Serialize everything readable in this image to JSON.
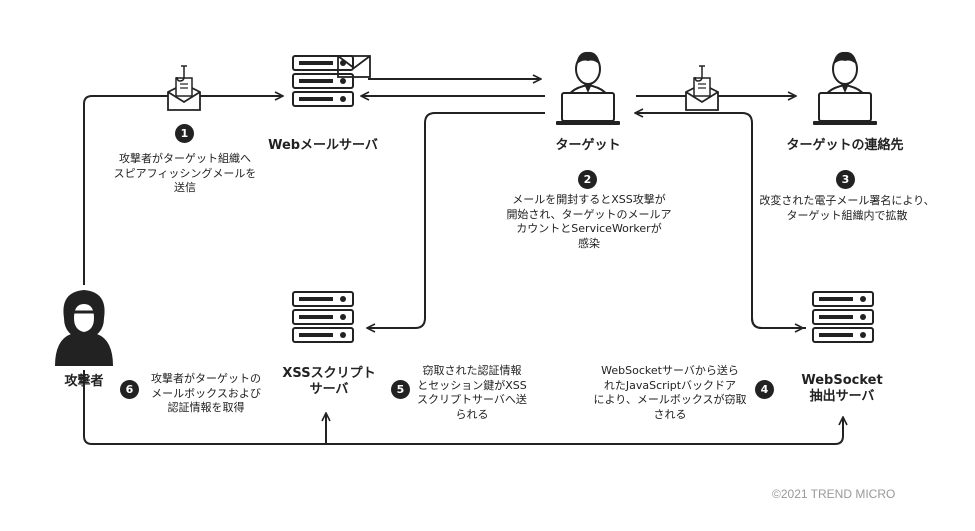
{
  "nodes": {
    "webmail": "Webメールサーバ",
    "target": "ターゲット",
    "contacts": "ターゲットの連絡先",
    "attacker": "攻撃者",
    "xss": "XSSスクリプト\nサーバ",
    "websocket": "WebSocket\n抽出サーバ"
  },
  "steps": [
    {
      "num": "1",
      "text": "攻撃者がターゲット組織へ\nスピアフィッシングメールを\n送信"
    },
    {
      "num": "2",
      "text": "メールを開封するとXSS攻撃が\n開始され、ターゲットのメールア\nカウントとServiceWorkerが\n感染"
    },
    {
      "num": "3",
      "text": "改変された電子メール署名により、\nターゲット組織内で拡散"
    },
    {
      "num": "4",
      "text": "WebSocketサーバから送ら\nれたJavaScriptバックドア\nにより、メールボックスが窃取\nされる"
    },
    {
      "num": "5",
      "text": "窃取された認証情報\nとセッション鍵がXSS\nスクリプトサーバへ送\nられる"
    },
    {
      "num": "6",
      "text": "攻撃者がターゲットの\nメールボックスおよび\n認証情報を取得"
    }
  ],
  "copyright": "©2021 TREND MICRO",
  "colors": {
    "ink": "#222222",
    "copyright": "#999999"
  }
}
